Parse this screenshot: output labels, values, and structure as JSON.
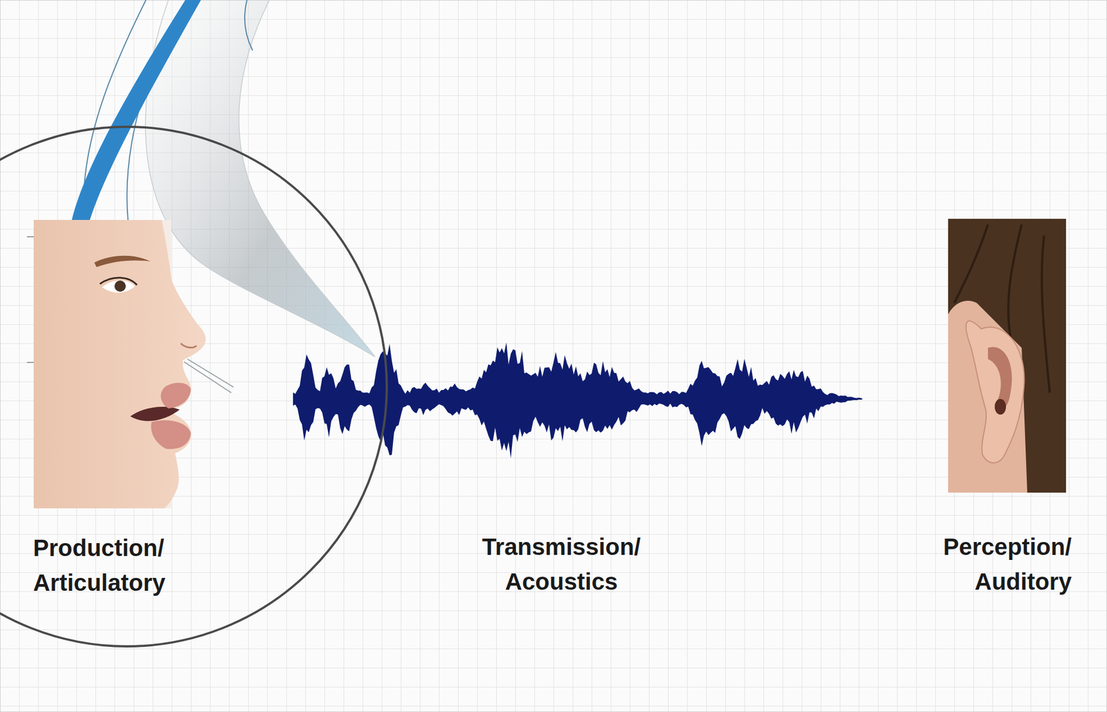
{
  "diagram": {
    "nodes": [
      {
        "text": [
          "Production/ Articulatory"
        ]
      }
    ],
    "labels": [
      "Transmission/ Acoustics",
      "Perception/ Auditory"
    ]
  }
}
